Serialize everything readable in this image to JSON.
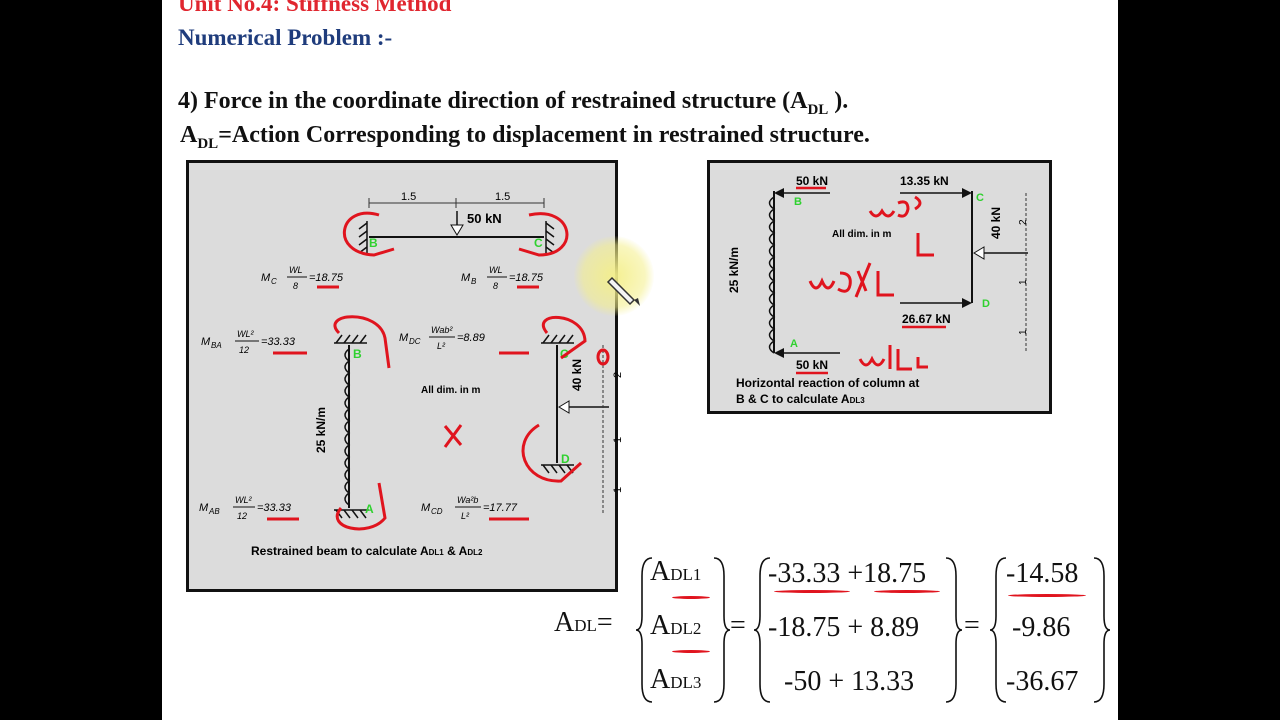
{
  "slide": {
    "unit_title": "Unit No.4: Stiffness Method",
    "section_label": "Numerical Problem :-",
    "point4": {
      "prefix": "4) Force in the coordinate direction of restrained structure (A",
      "sub": "DL",
      "suffix": " )."
    },
    "definition": {
      "prefix": "A",
      "sub": "DL",
      "suffix": "=Action Corresponding to displacement in restrained structure."
    }
  },
  "left_figure": {
    "dim_1": "1.5",
    "dim_2": "1.5",
    "load_top": "50 kN",
    "node_b": "B",
    "node_c": "C",
    "node_a": "A",
    "node_d": "D",
    "mc_eq": "M",
    "mc_sub": "C",
    "mc_frac_num": "WL",
    "mc_frac_den": "8",
    "mc_value": "=18.75",
    "mb_sub": "B",
    "mb_value": "=18.75",
    "mba_sub": "BA",
    "mba_num": "WL²",
    "mba_den": "12",
    "mba_value": "=33.33",
    "mdc_sub": "DC",
    "mdc_num": "Wab²",
    "mdc_den": "L²",
    "mdc_value": "=8.89",
    "mab_sub": "AB",
    "mab_value": "=33.33",
    "mcd_sub": "CD",
    "mcd_num": "Wa²b",
    "mcd_value": "=17.77",
    "dist_load": "25 kN/m",
    "side_load": "40 kN",
    "dim_v1": "2",
    "dim_v2": "1",
    "dim_v3": "1",
    "all_dim": "All dim. in m",
    "caption": "Restrained beam to calculate A",
    "caption_sub1": "DL1",
    "caption_mid": " & A",
    "caption_sub2": "DL2"
  },
  "right_figure": {
    "load_b": "50 kN",
    "load_c": "13.35 kN",
    "load_d": "26.67 kN",
    "load_a": "50 kN",
    "node_b": "B",
    "node_c": "C",
    "node_d": "D",
    "node_a": "A",
    "side_load": "40 kN",
    "dist_load": "25 kN/m",
    "dim_v1": "2",
    "dim_v2": "1",
    "dim_v3": "1",
    "all_dim": "All dim. in m",
    "caption_line1": "Horizontal reaction of column at",
    "caption_line2": "B & C to calculate A",
    "caption_sub": "DL3"
  },
  "matrix": {
    "lhs": "A",
    "lhs_sub": "DL",
    "eq": "=",
    "vector": [
      {
        "base": "A",
        "sub": "DL1"
      },
      {
        "base": "A",
        "sub": "DL2"
      },
      {
        "base": "A",
        "sub": "DL3"
      }
    ],
    "expressions": [
      "-33.33 +18.75",
      "-18.75 + 8.89",
      "-50 + 13.33"
    ],
    "results": [
      "-14.58",
      "-9.86",
      "-36.67"
    ]
  },
  "colors": {
    "title_red": "#e0262f",
    "navy": "#1f3c7c",
    "annotation_red": "#e0141e",
    "node_green": "#2fd12f",
    "panel_gray": "#dcdcdc",
    "pointer_highlight": "#f4ef8a"
  }
}
